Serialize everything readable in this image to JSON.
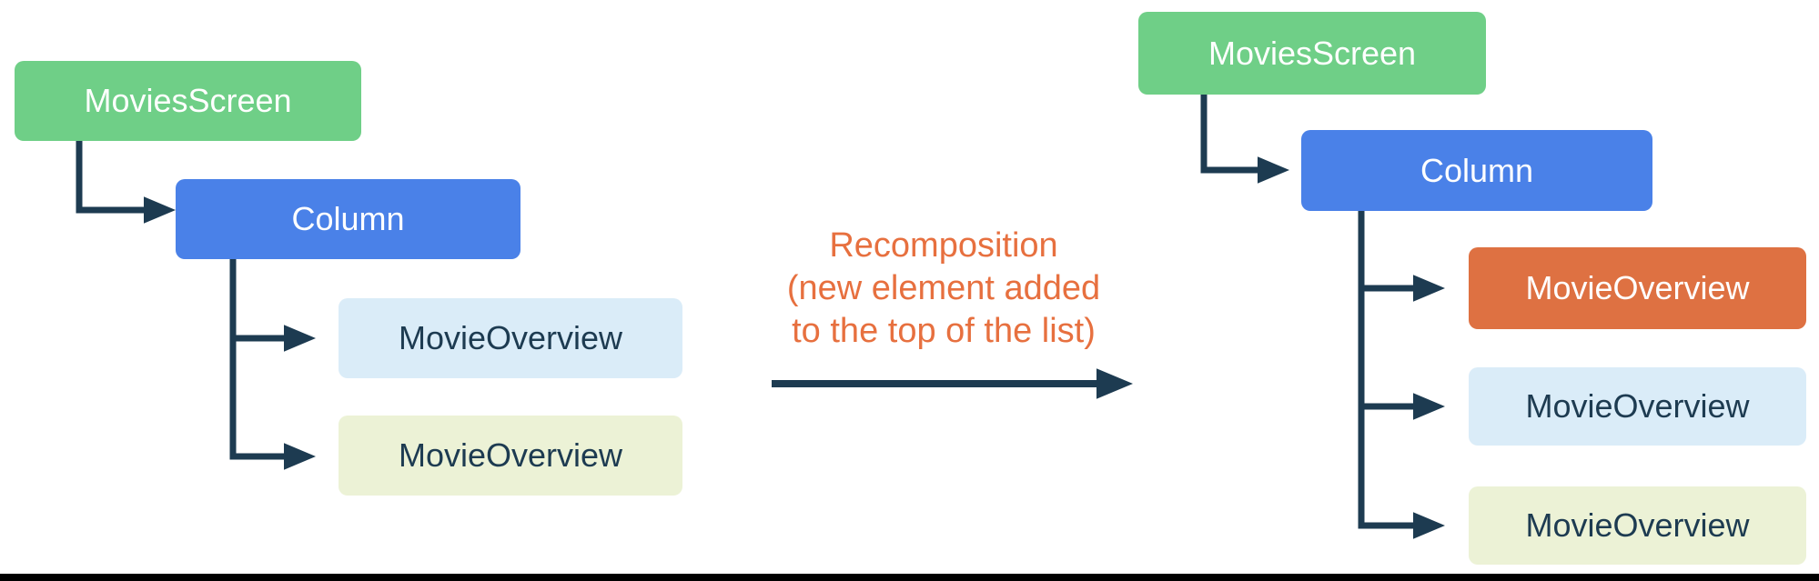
{
  "colors": {
    "node_green": "#6FCF87",
    "node_blue": "#4A81E8",
    "node_orange": "#DE7142",
    "node_light_blue": "#DAECF8",
    "node_light_yellow": "#ECF2D6",
    "connector_navy": "#1D3B51",
    "annotation_orange": "#E7703F",
    "background": "#FFFFFF",
    "bottom_bar": "#000000"
  },
  "left_tree": {
    "nodes": [
      {
        "label": "MoviesScreen",
        "color": "#6FCF87"
      },
      {
        "label": "Column",
        "color": "#4A81E8"
      },
      {
        "label": "MovieOverview",
        "color": "#DAECF8"
      },
      {
        "label": "MovieOverview",
        "color": "#ECF2D6"
      }
    ]
  },
  "right_tree": {
    "nodes": [
      {
        "label": "MoviesScreen",
        "color": "#6FCF87"
      },
      {
        "label": "Column",
        "color": "#4A81E8"
      },
      {
        "label": "MovieOverview",
        "color": "#DE7142"
      },
      {
        "label": "MovieOverview",
        "color": "#DAECF8"
      },
      {
        "label": "MovieOverview",
        "color": "#ECF2D6"
      }
    ]
  },
  "annotation": {
    "lines": [
      "Recomposition",
      "(new element added",
      "to the top of the list)"
    ],
    "color": "#E7703F"
  }
}
